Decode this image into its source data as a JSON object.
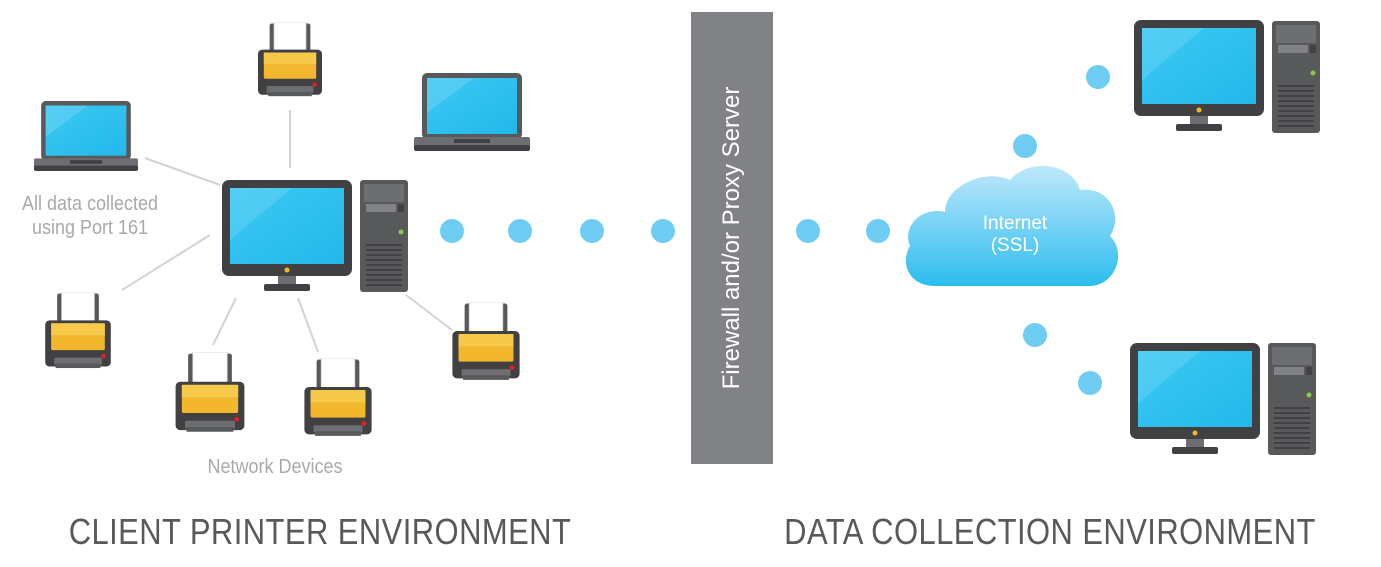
{
  "left_section": {
    "title": "CLIENT PRINTER ENVIRONMENT",
    "port_note": [
      "All data collected",
      "using Port 161"
    ],
    "devices_label": "Network Devices"
  },
  "firewall": {
    "label": "Firewall and/or Proxy Server"
  },
  "internet": {
    "line1": "Internet",
    "line2": "(SSL)"
  },
  "right_section": {
    "title": "DATA COLLECTION ENVIRONMENT"
  },
  "colors": {
    "screen_blue": "#2bc4f2",
    "dot_blue": "#6fcdf4",
    "device_dark": "#58595b",
    "printer_yellow": "#f2b72c",
    "firewall_gray": "#808285",
    "label_gray": "#a7a9ac",
    "title_gray": "#58595b"
  },
  "icons": [
    "printer-icon",
    "laptop-icon",
    "monitor-icon",
    "tower-icon",
    "cloud-icon",
    "connector-dot"
  ]
}
